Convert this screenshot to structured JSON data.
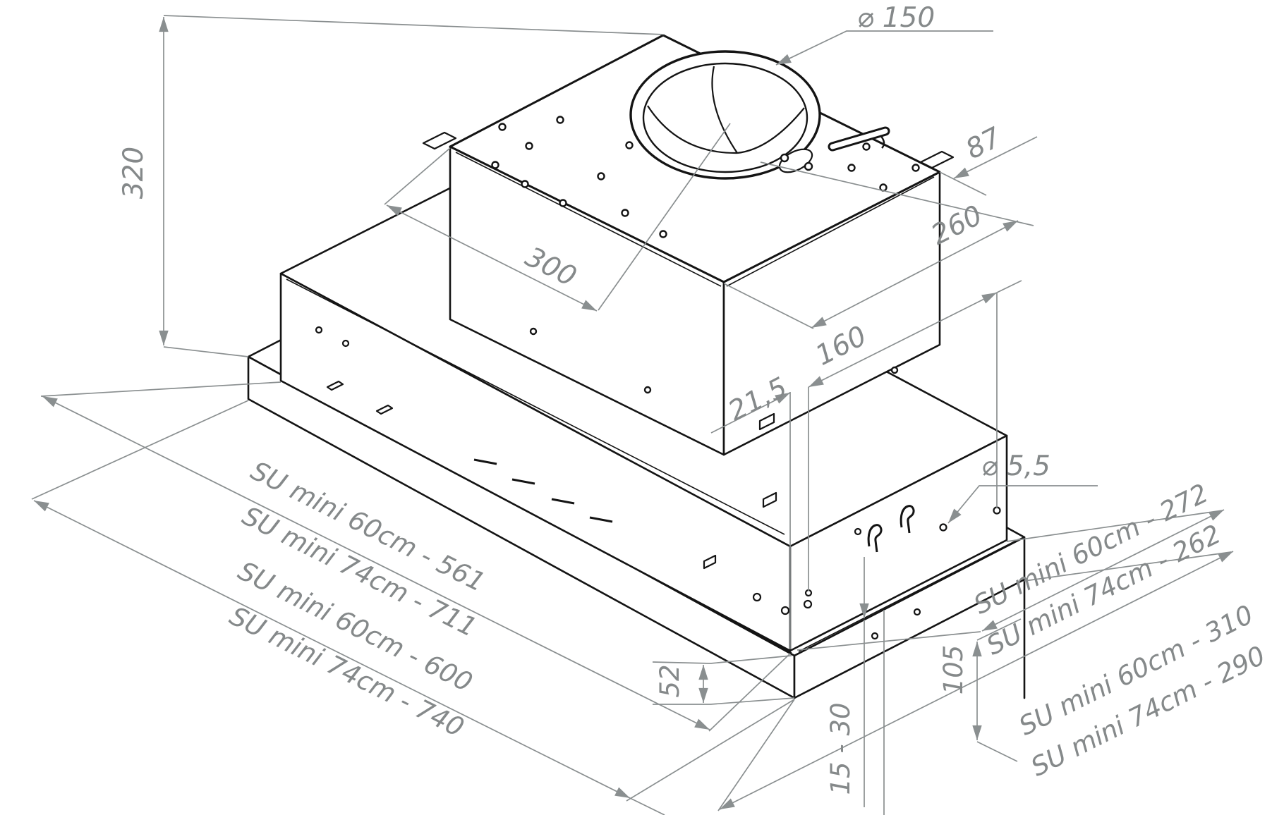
{
  "drawing": {
    "title": "SU mini built-in cooker hood - dimensional drawing",
    "units": "mm",
    "dims": {
      "duct_diameter": "⌀ 150",
      "overall_height": "320",
      "duct_to_right_edge": "87",
      "top_depth": "260",
      "duct_to_left_edge": "300",
      "hole_pitch": "160",
      "corner_to_hole": "21,5",
      "mount_hole_diameter": "⌀ 5,5",
      "flange_section_height": "52",
      "lower_body_height": "105",
      "recess_adjust_range": "15 - 30",
      "body_length_60": "SU mini 60cm - 561",
      "body_length_74": "SU mini 74cm - 711",
      "flange_length_60": "SU mini 60cm - 600",
      "flange_length_74": "SU mini 74cm - 740",
      "body_depth_60": "SU mini 60cm - 272",
      "body_depth_74": "SU mini 74cm - 262",
      "flange_depth_60": "SU mini 60cm - 310",
      "flange_depth_74": "SU mini 74cm - 290"
    }
  }
}
